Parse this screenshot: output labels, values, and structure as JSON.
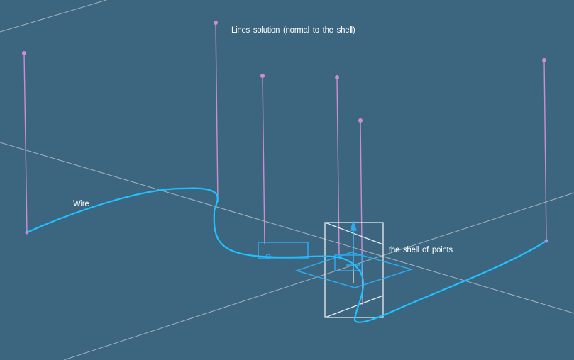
{
  "viewport": {
    "background": "#3c6680",
    "colors": {
      "grid_line": "#a7b3bd",
      "normal_line": "#c98ed3",
      "wire": "#1fc2ff",
      "highlight": "#2ea9f0",
      "shell_frame": "#e8ecef"
    }
  },
  "annotations": {
    "lines_solution": "Lines solution  (normal to the  shell)",
    "wire": "Wire",
    "shell_of_points": "the  shell  of points"
  },
  "icons": {
    "compass_gizmo": "compass-icon",
    "axis_arrow": "axis-arrow-icon"
  }
}
